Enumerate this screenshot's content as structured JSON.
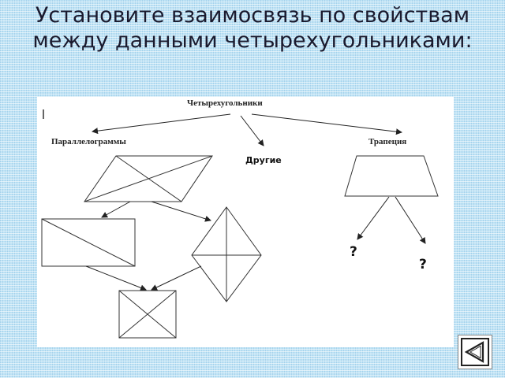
{
  "slide": {
    "title": "Установите взаимосвязь по свойствам между данными четырехугольниками:"
  },
  "diagram": {
    "root_label": "Четырехугольники",
    "branch_parallelograms": "Параллелограммы",
    "branch_other": "Другие",
    "branch_trapezoid": "Трапеция",
    "unknown_left": "?",
    "unknown_right": "?"
  },
  "navigation": {
    "back_icon": "back-triangle-icon"
  }
}
